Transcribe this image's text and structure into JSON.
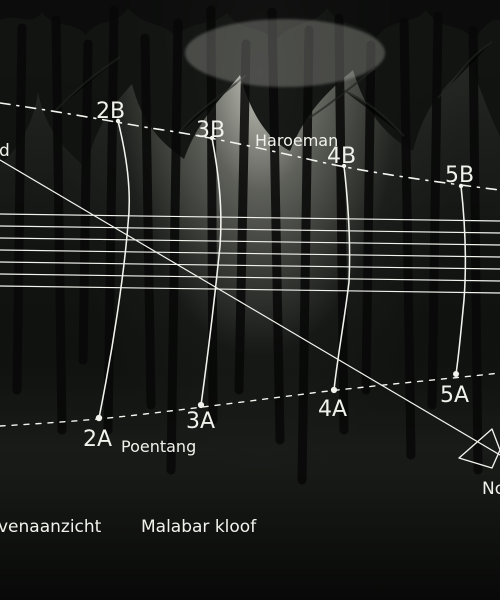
{
  "photo": {
    "subject": "forest"
  },
  "labels": {
    "line_b": [
      "2B",
      "3B",
      "4B",
      "5B"
    ],
    "line_a": [
      "2A",
      "3A",
      "4A",
      "5A"
    ],
    "top_name": "Haroeman",
    "bottom_name": "Poentang",
    "left_fragment": "d",
    "right_fragment": "No",
    "caption_left": "venaanzicht",
    "caption_right": "Malabar kloof"
  },
  "colors": {
    "lines": "#f3f3ee",
    "dark": "#0b0c0b"
  }
}
